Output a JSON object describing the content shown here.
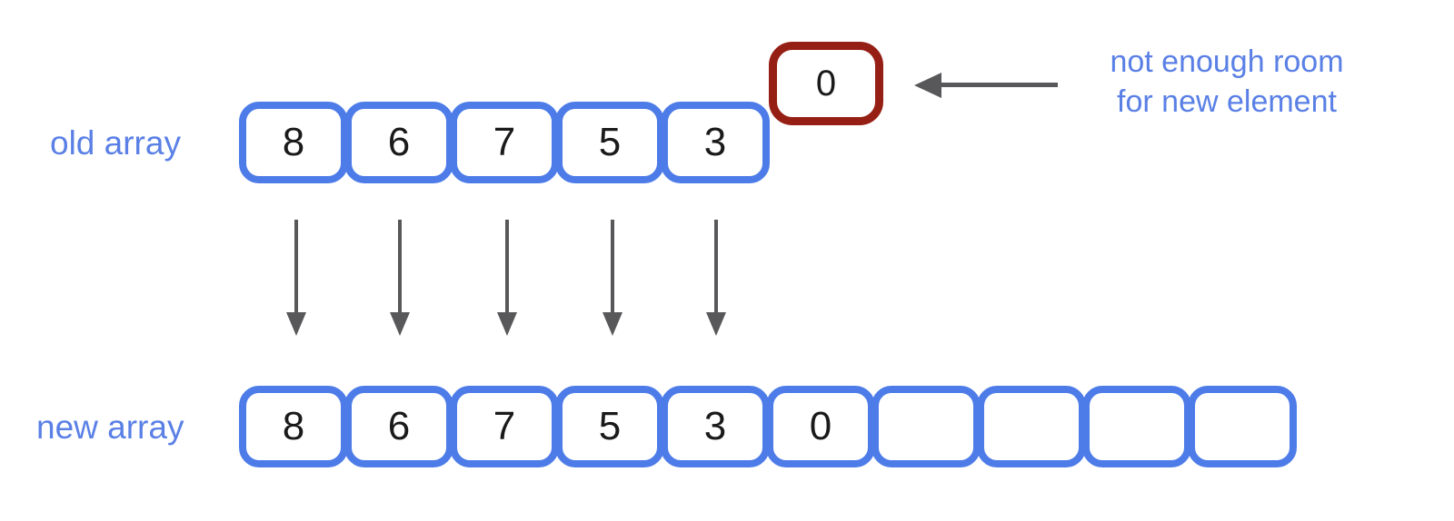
{
  "old_array": {
    "label": "old array",
    "values": [
      "8",
      "6",
      "7",
      "5",
      "3"
    ]
  },
  "new_element": {
    "value": "0"
  },
  "annotation": {
    "line1": "not enough room",
    "line2": "for new element"
  },
  "new_array": {
    "label": "new array",
    "values": [
      "8",
      "6",
      "7",
      "5",
      "3",
      "0",
      "",
      "",
      "",
      ""
    ]
  },
  "colors": {
    "array_blue": "#4d7ce8",
    "label_blue": "#5a80e6",
    "alert_red": "#961f15",
    "arrow_gray": "#58585a",
    "digit_black": "#1a1a1a"
  }
}
